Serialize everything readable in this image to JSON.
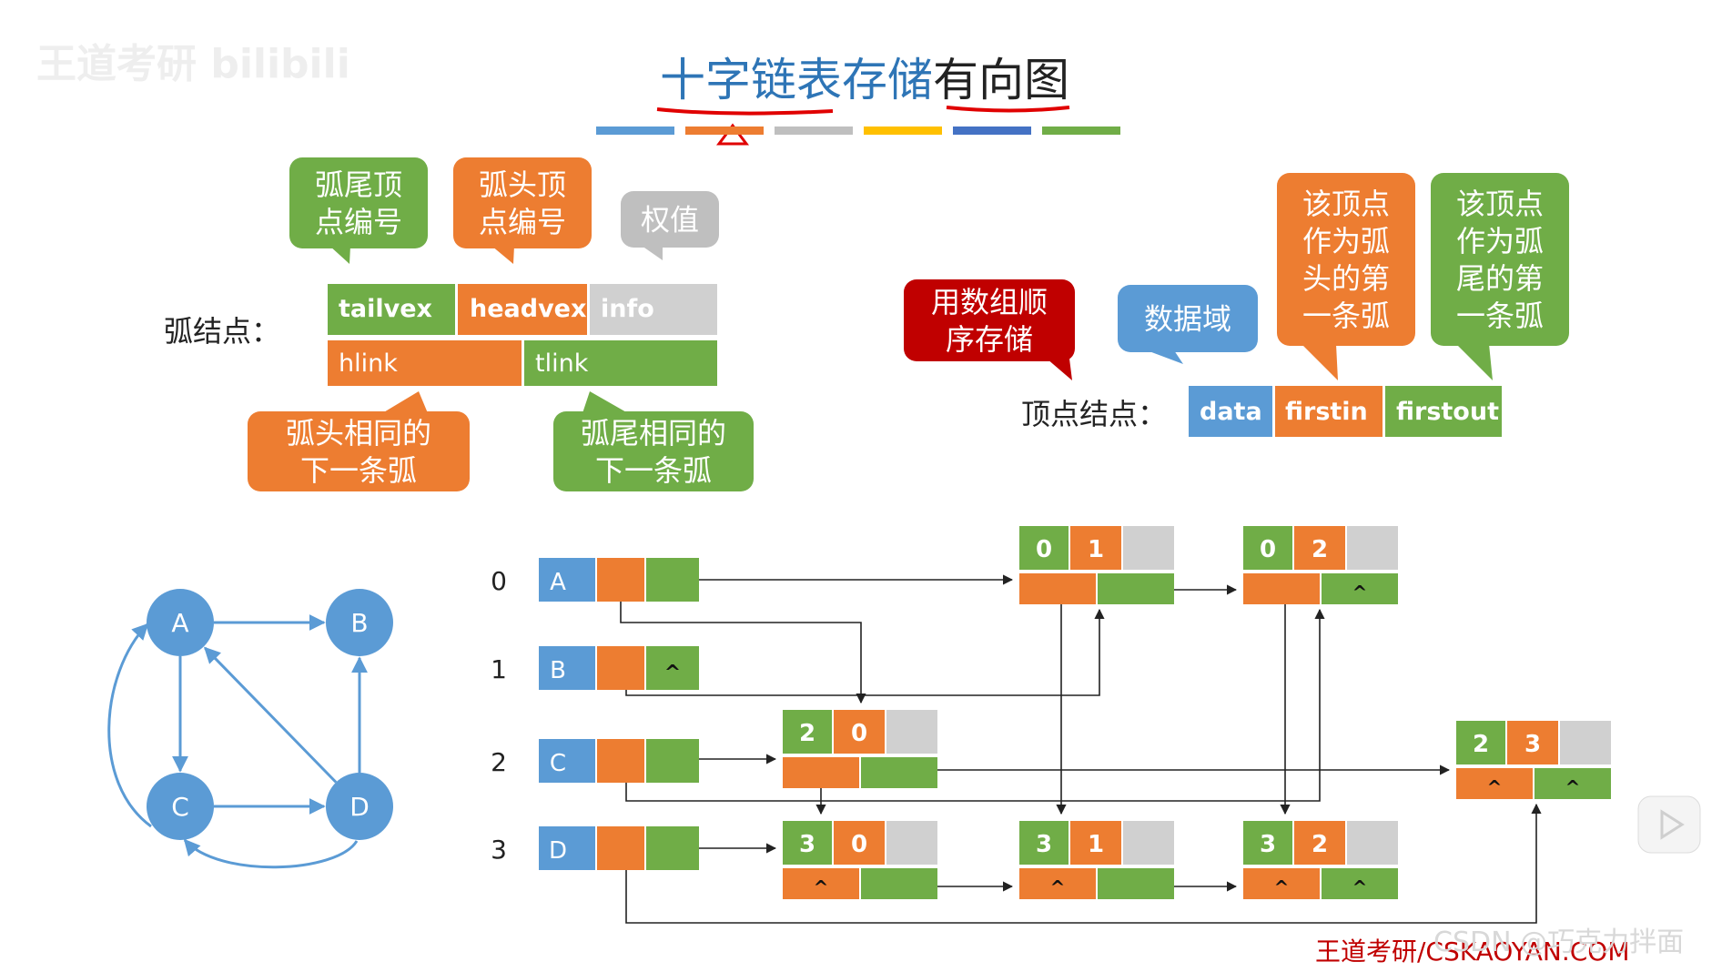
{
  "title": {
    "part1": "十字链表存储",
    "part2": "有向图"
  },
  "watermarks": {
    "top_left": "王道考研 bilibili",
    "bottom_right": "王道考研/CSKAOYAN.COM",
    "csdn": "CSDN @巧克力拌面"
  },
  "colors": {
    "blue": "#5B9BD5",
    "orange": "#ED7D31",
    "green": "#70AD47",
    "gray": "#BFBFBF",
    "yellow": "#FFC000",
    "darkblue": "#4472C4",
    "red": "#C00000",
    "ink": "#333333",
    "underline_red": "#E00000"
  },
  "arc_node": {
    "label": "弧结点：",
    "fields": {
      "tailvex": "tailvex",
      "headvex": "headvex",
      "info": "info",
      "hlink": "hlink",
      "tlink": "tlink"
    },
    "callouts": {
      "tail": "弧尾顶\n点编号",
      "head": "弧头顶\n点编号",
      "weight": "权值",
      "hlink": "弧头相同的\n下一条弧",
      "tlink": "弧尾相同的\n下一条弧"
    }
  },
  "vertex_node": {
    "label": "顶点结点：",
    "fields": {
      "data": "data",
      "firstin": "firstin",
      "firstout": "firstout"
    },
    "callouts": {
      "array": "用数组顺\n序存储",
      "data": "数据域",
      "firstin": "该顶点\n作为弧\n头的第\n一条弧",
      "firstout": "该顶点\n作为弧\n尾的第\n一条弧"
    }
  },
  "graph": {
    "vertices": [
      "A",
      "B",
      "C",
      "D"
    ],
    "edges": [
      [
        "A",
        "B"
      ],
      [
        "A",
        "C"
      ],
      [
        "C",
        "A"
      ],
      [
        "C",
        "D"
      ],
      [
        "D",
        "A"
      ],
      [
        "D",
        "B"
      ],
      [
        "D",
        "C"
      ]
    ]
  },
  "vertex_array": [
    {
      "index": "0",
      "data": "A",
      "firstin_null": false,
      "firstout_null": false
    },
    {
      "index": "1",
      "data": "B",
      "firstin_null": false,
      "firstout_null": true
    },
    {
      "index": "2",
      "data": "C",
      "firstin_null": false,
      "firstout_null": false
    },
    {
      "index": "3",
      "data": "D",
      "firstin_null": false,
      "firstout_null": false
    }
  ],
  "arc_nodes": [
    {
      "tail": "0",
      "head": "1",
      "hlink_null": false,
      "tlink_null": false
    },
    {
      "tail": "0",
      "head": "2",
      "hlink_null": false,
      "tlink_null": true
    },
    {
      "tail": "2",
      "head": "0",
      "hlink_null": false,
      "tlink_null": false
    },
    {
      "tail": "2",
      "head": "3",
      "hlink_null": true,
      "tlink_null": true
    },
    {
      "tail": "3",
      "head": "0",
      "hlink_null": true,
      "tlink_null": false
    },
    {
      "tail": "3",
      "head": "1",
      "hlink_null": true,
      "tlink_null": false
    },
    {
      "tail": "3",
      "head": "2",
      "hlink_null": true,
      "tlink_null": true
    }
  ],
  "null_symbol": "^"
}
